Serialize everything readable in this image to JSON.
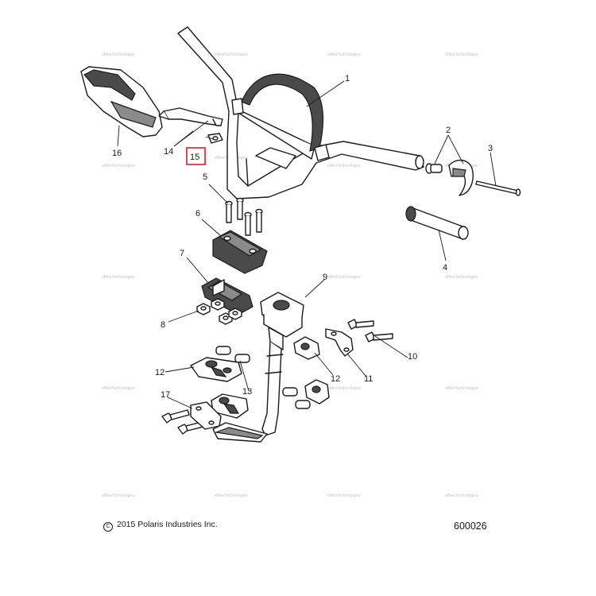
{
  "callouts": [
    {
      "label": "1"
    },
    {
      "label": "2"
    },
    {
      "label": "3"
    },
    {
      "label": "4"
    },
    {
      "label": "5"
    },
    {
      "label": "6"
    },
    {
      "label": "7"
    },
    {
      "label": "8"
    },
    {
      "label": "9"
    },
    {
      "label": "10"
    },
    {
      "label": "11"
    },
    {
      "label": "12"
    },
    {
      "label": "12"
    },
    {
      "label": "13"
    },
    {
      "label": "14"
    },
    {
      "label": "15"
    },
    {
      "label": "16"
    },
    {
      "label": "17"
    }
  ],
  "highlighted_callout": "15",
  "highlight_color": "#d0202a",
  "watermark_text": "eBikeTechnologies",
  "copyright_text": "2015 Polaris Industries Inc.",
  "drawing_number": "600026"
}
